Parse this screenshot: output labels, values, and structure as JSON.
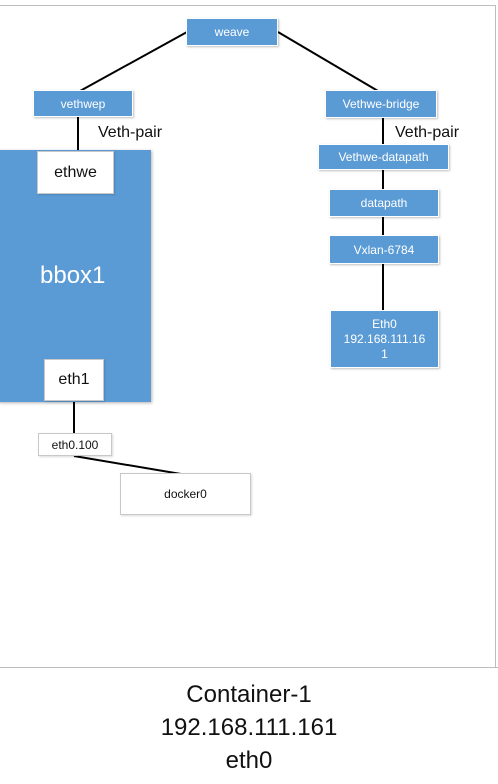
{
  "nodes": {
    "weave": "weave",
    "vethwep": "vethwep",
    "vethwe_bridge": "Vethwe-bridge",
    "ethwe": "ethwe",
    "vethwe_datapath": "Vethwe-datapath",
    "datapath": "datapath",
    "vxlan": "Vxlan-6784",
    "eth0_line1": "Eth0",
    "eth0_line2": "192.168.111.16",
    "eth0_line3": "1",
    "bbox1": "bbox1",
    "eth1": "eth1",
    "eth0_100": "eth0.100",
    "docker0": "docker0"
  },
  "labels": {
    "veth_pair_left": "Veth-pair",
    "veth_pair_right": "Veth-pair"
  },
  "footer": {
    "line1": "Container-1",
    "line2": "192.168.111.161",
    "line3": "eth0"
  },
  "colors": {
    "node_blue": "#5b9bd5"
  }
}
